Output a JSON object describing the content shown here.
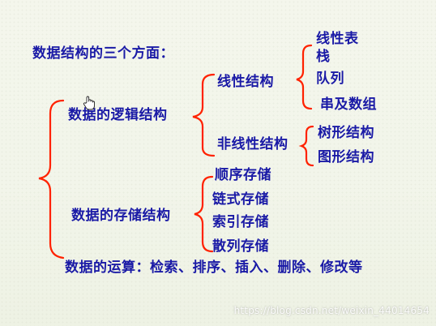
{
  "title": "数据结构的三个方面：",
  "logical": {
    "label": "数据的逻辑结构",
    "linear": {
      "label": "线性结构",
      "items": [
        "线性表",
        "栈",
        "队列",
        "串及数组"
      ]
    },
    "nonlinear": {
      "label": "非线性结构",
      "items": [
        "树形结构",
        "图形结构"
      ]
    }
  },
  "storage": {
    "label": "数据的存储结构",
    "items": [
      "顺序存储",
      "链式存储",
      "索引存储",
      "散列存储"
    ]
  },
  "operations": "数据的运算：检索、排序、插入、删除、修改等",
  "watermark": "https://blog.csdn.net/weixin_44014654",
  "colors": {
    "text": "#1a1aa6",
    "brace": "#ff2200"
  }
}
